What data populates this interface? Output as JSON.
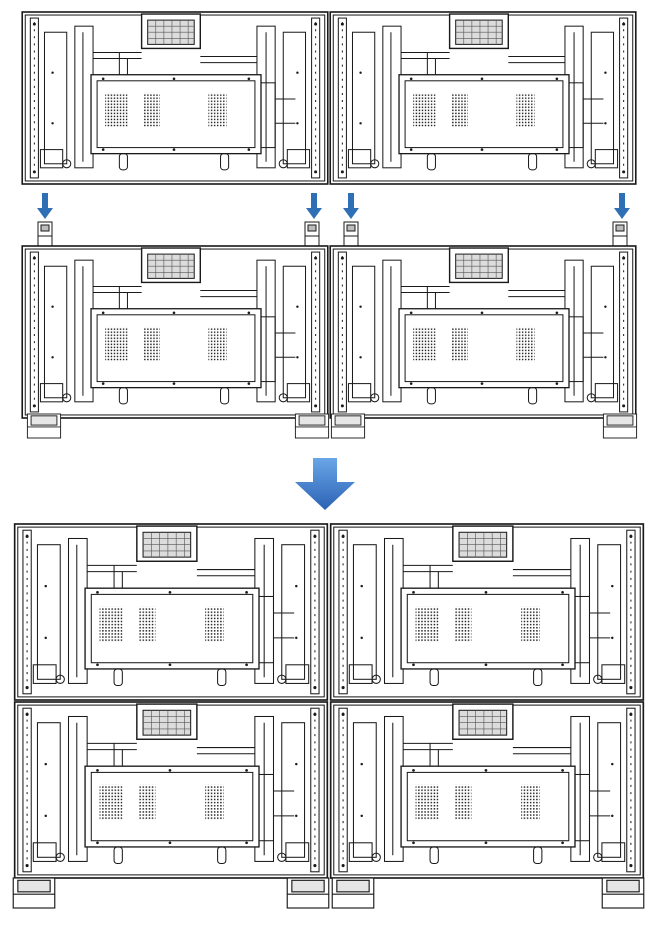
{
  "diagram": {
    "kind": "video-wall-assembly-instruction",
    "stages": [
      {
        "name": "top-row",
        "panels": 2,
        "rows": 1
      },
      {
        "name": "bottom-row-with-mounting-posts",
        "panels": 2,
        "rows": 1
      },
      {
        "name": "assembled-2x2-wall",
        "panels": 4,
        "rows": 2
      }
    ],
    "placement_arrow_count": 4,
    "colors": {
      "arrow": "#2f6fb6",
      "big_arrow_top": "#6aa6e8",
      "big_arrow_bottom": "#2b62b4",
      "line": "#1a1a1a",
      "panel_fill": "#ffffff"
    }
  }
}
